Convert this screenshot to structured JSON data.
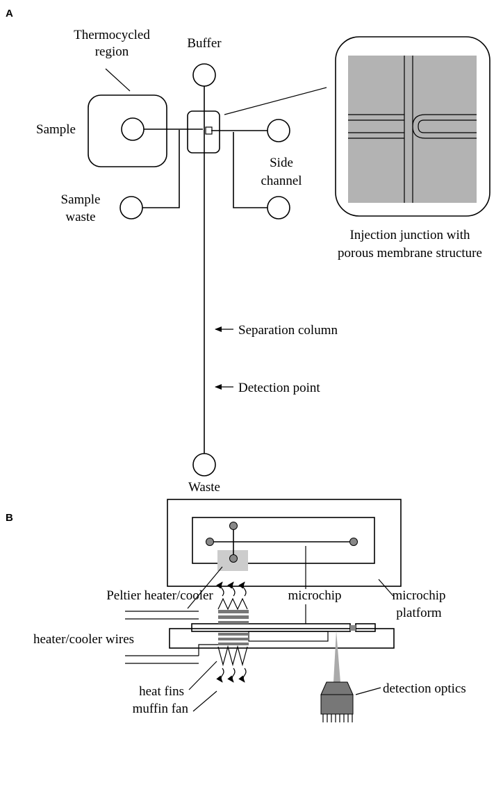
{
  "panel_a": {
    "letter": "A",
    "labels": {
      "thermocycled_1": "Thermocycled",
      "thermocycled_2": "region",
      "buffer": "Buffer",
      "sample": "Sample",
      "side_1": "Side",
      "side_2": "channel",
      "sample_waste_1": "Sample",
      "sample_waste_2": "waste",
      "injection_1": "Injection junction with",
      "injection_2": "porous membrane structure",
      "separation": "Separation column",
      "detection": "Detection point",
      "waste": "Waste"
    },
    "colors": {
      "membrane_fill": "#b3b3b3"
    }
  },
  "panel_b": {
    "letter": "B",
    "labels": {
      "peltier": "Peltier heater/cooler",
      "microchip": "microchip",
      "platform_1": "microchip",
      "platform_2": "platform",
      "wires": "heater/cooler wires",
      "fins": "heat fins",
      "fan": "muffin fan",
      "optics": "detection optics"
    },
    "colors": {
      "peltier_zone": "#cccccc",
      "reservoir": "#888888",
      "heater": "#777777",
      "beam": "#aaaaaa",
      "optics": "#777777"
    }
  }
}
